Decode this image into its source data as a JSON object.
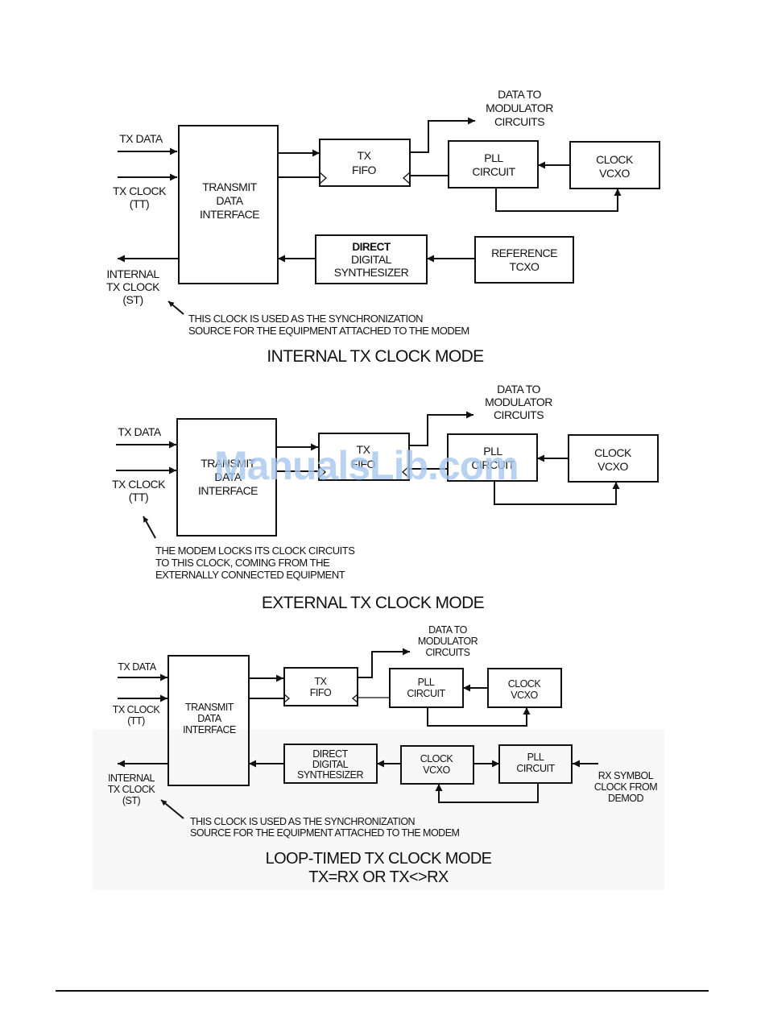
{
  "watermark": "ManualsLib.com",
  "diagrams": [
    {
      "title": "INTERNAL TX CLOCK MODE",
      "inputs": {
        "tx_data": "TX DATA",
        "tx_clock": [
          "TX CLOCK",
          "(TT)"
        ],
        "internal_clock": [
          "INTERNAL",
          "TX CLOCK",
          "(ST)"
        ]
      },
      "blocks": {
        "tdi": [
          "TRANSMIT",
          "DATA",
          "INTERFACE"
        ],
        "fifo": [
          "TX",
          "FIFO"
        ],
        "pll": [
          "PLL",
          "CIRCUIT"
        ],
        "vcxo": [
          "CLOCK",
          "VCXO"
        ],
        "dds": [
          "DIRECT",
          "DIGITAL",
          "SYNTHESIZER"
        ],
        "ref": [
          "REFERENCE",
          "TCXO"
        ]
      },
      "output_label": [
        "DATA TO",
        "MODULATOR",
        "CIRCUITS"
      ],
      "note": [
        "THIS CLOCK IS USED AS THE SYNCHRONIZATION",
        "SOURCE FOR THE EQUIPMENT ATTACHED TO THE MODEM"
      ]
    },
    {
      "title": "EXTERNAL TX CLOCK MODE",
      "inputs": {
        "tx_data": "TX DATA",
        "tx_clock": [
          "TX CLOCK",
          "(TT)"
        ]
      },
      "blocks": {
        "tdi": [
          "TRANSMIT",
          "DATA",
          "INTERFACE"
        ],
        "fifo": [
          "TX",
          "FIFO"
        ],
        "pll": [
          "PLL",
          "CIRCUIT"
        ],
        "vcxo": [
          "CLOCK",
          "VCXO"
        ]
      },
      "output_label": [
        "DATA TO",
        "MODULATOR",
        "CIRCUITS"
      ],
      "note": [
        "THE MODEM LOCKS ITS CLOCK CIRCUITS",
        "TO THIS CLOCK, COMING FROM THE",
        "EXTERNALLY CONNECTED EQUIPMENT"
      ]
    },
    {
      "title": [
        "LOOP-TIMED TX CLOCK MODE",
        "TX=RX  OR TX<>RX"
      ],
      "inputs": {
        "tx_data": "TX DATA",
        "tx_clock": [
          "TX CLOCK",
          "(TT)"
        ],
        "internal_clock": [
          "INTERNAL",
          "TX CLOCK",
          "(ST)"
        ],
        "rx_symbol": [
          "RX SYMBOL",
          "CLOCK FROM",
          "DEMOD"
        ]
      },
      "blocks": {
        "tdi": [
          "TRANSMIT",
          "DATA",
          "INTERFACE"
        ],
        "fifo": [
          "TX",
          "FIFO"
        ],
        "pll": [
          "PLL",
          "CIRCUIT"
        ],
        "vcxo": [
          "CLOCK",
          "VCXO"
        ],
        "dds": [
          "DIRECT",
          "DIGITAL",
          "SYNTHESIZER"
        ],
        "vcxo2": [
          "CLOCK",
          "VCXO"
        ],
        "pll2": [
          "PLL",
          "CIRCUIT"
        ]
      },
      "output_label": [
        "DATA TO",
        "MODULATOR",
        "CIRCUITS"
      ],
      "note": [
        "THIS CLOCK IS USED AS THE SYNCHRONIZATION",
        "SOURCE FOR THE EQUIPMENT ATTACHED TO THE MODEM"
      ]
    }
  ]
}
